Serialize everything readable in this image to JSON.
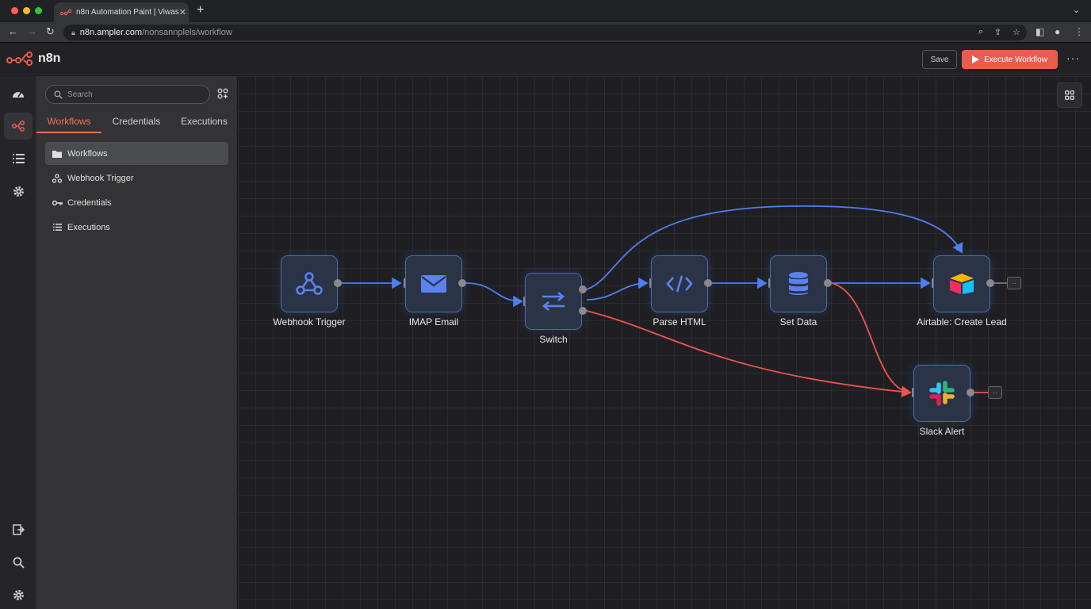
{
  "browser": {
    "tab_title": "n8n Automation Paint | Viwas",
    "url_host": "n8n.ampler.com",
    "url_path": "/nonsannplels/workflow"
  },
  "app": {
    "name": "n8n",
    "save_label": "Save",
    "execute_label": "Execute Workflow",
    "accent": "#ea5d4e"
  },
  "sidebar": {
    "search_placeholder": "Search",
    "tabs": [
      "Workflows",
      "Credentials",
      "Executions"
    ],
    "items": [
      {
        "label": "Workflows",
        "icon": "folder-icon"
      },
      {
        "label": "Webhook Trigger",
        "icon": "webhook-icon"
      },
      {
        "label": "Credentials",
        "icon": "key-icon"
      },
      {
        "label": "Executions",
        "icon": "list-icon"
      }
    ]
  },
  "nodes": [
    {
      "label": "Webhook Trigger",
      "icon": "webhook-icon"
    },
    {
      "label": "IMAP Email",
      "icon": "email-icon"
    },
    {
      "label": "Switch",
      "icon": "switch-icon"
    },
    {
      "label": "Parse HTML",
      "icon": "code-icon"
    },
    {
      "label": "Set Data",
      "icon": "database-icon"
    },
    {
      "label": "Airtable: Create Lead",
      "icon": "airtable-icon"
    },
    {
      "label": "Slack Alert",
      "icon": "slack-icon"
    }
  ],
  "colors": {
    "wire_primary": "#4f7ff0",
    "wire_alert": "#ef5350"
  }
}
